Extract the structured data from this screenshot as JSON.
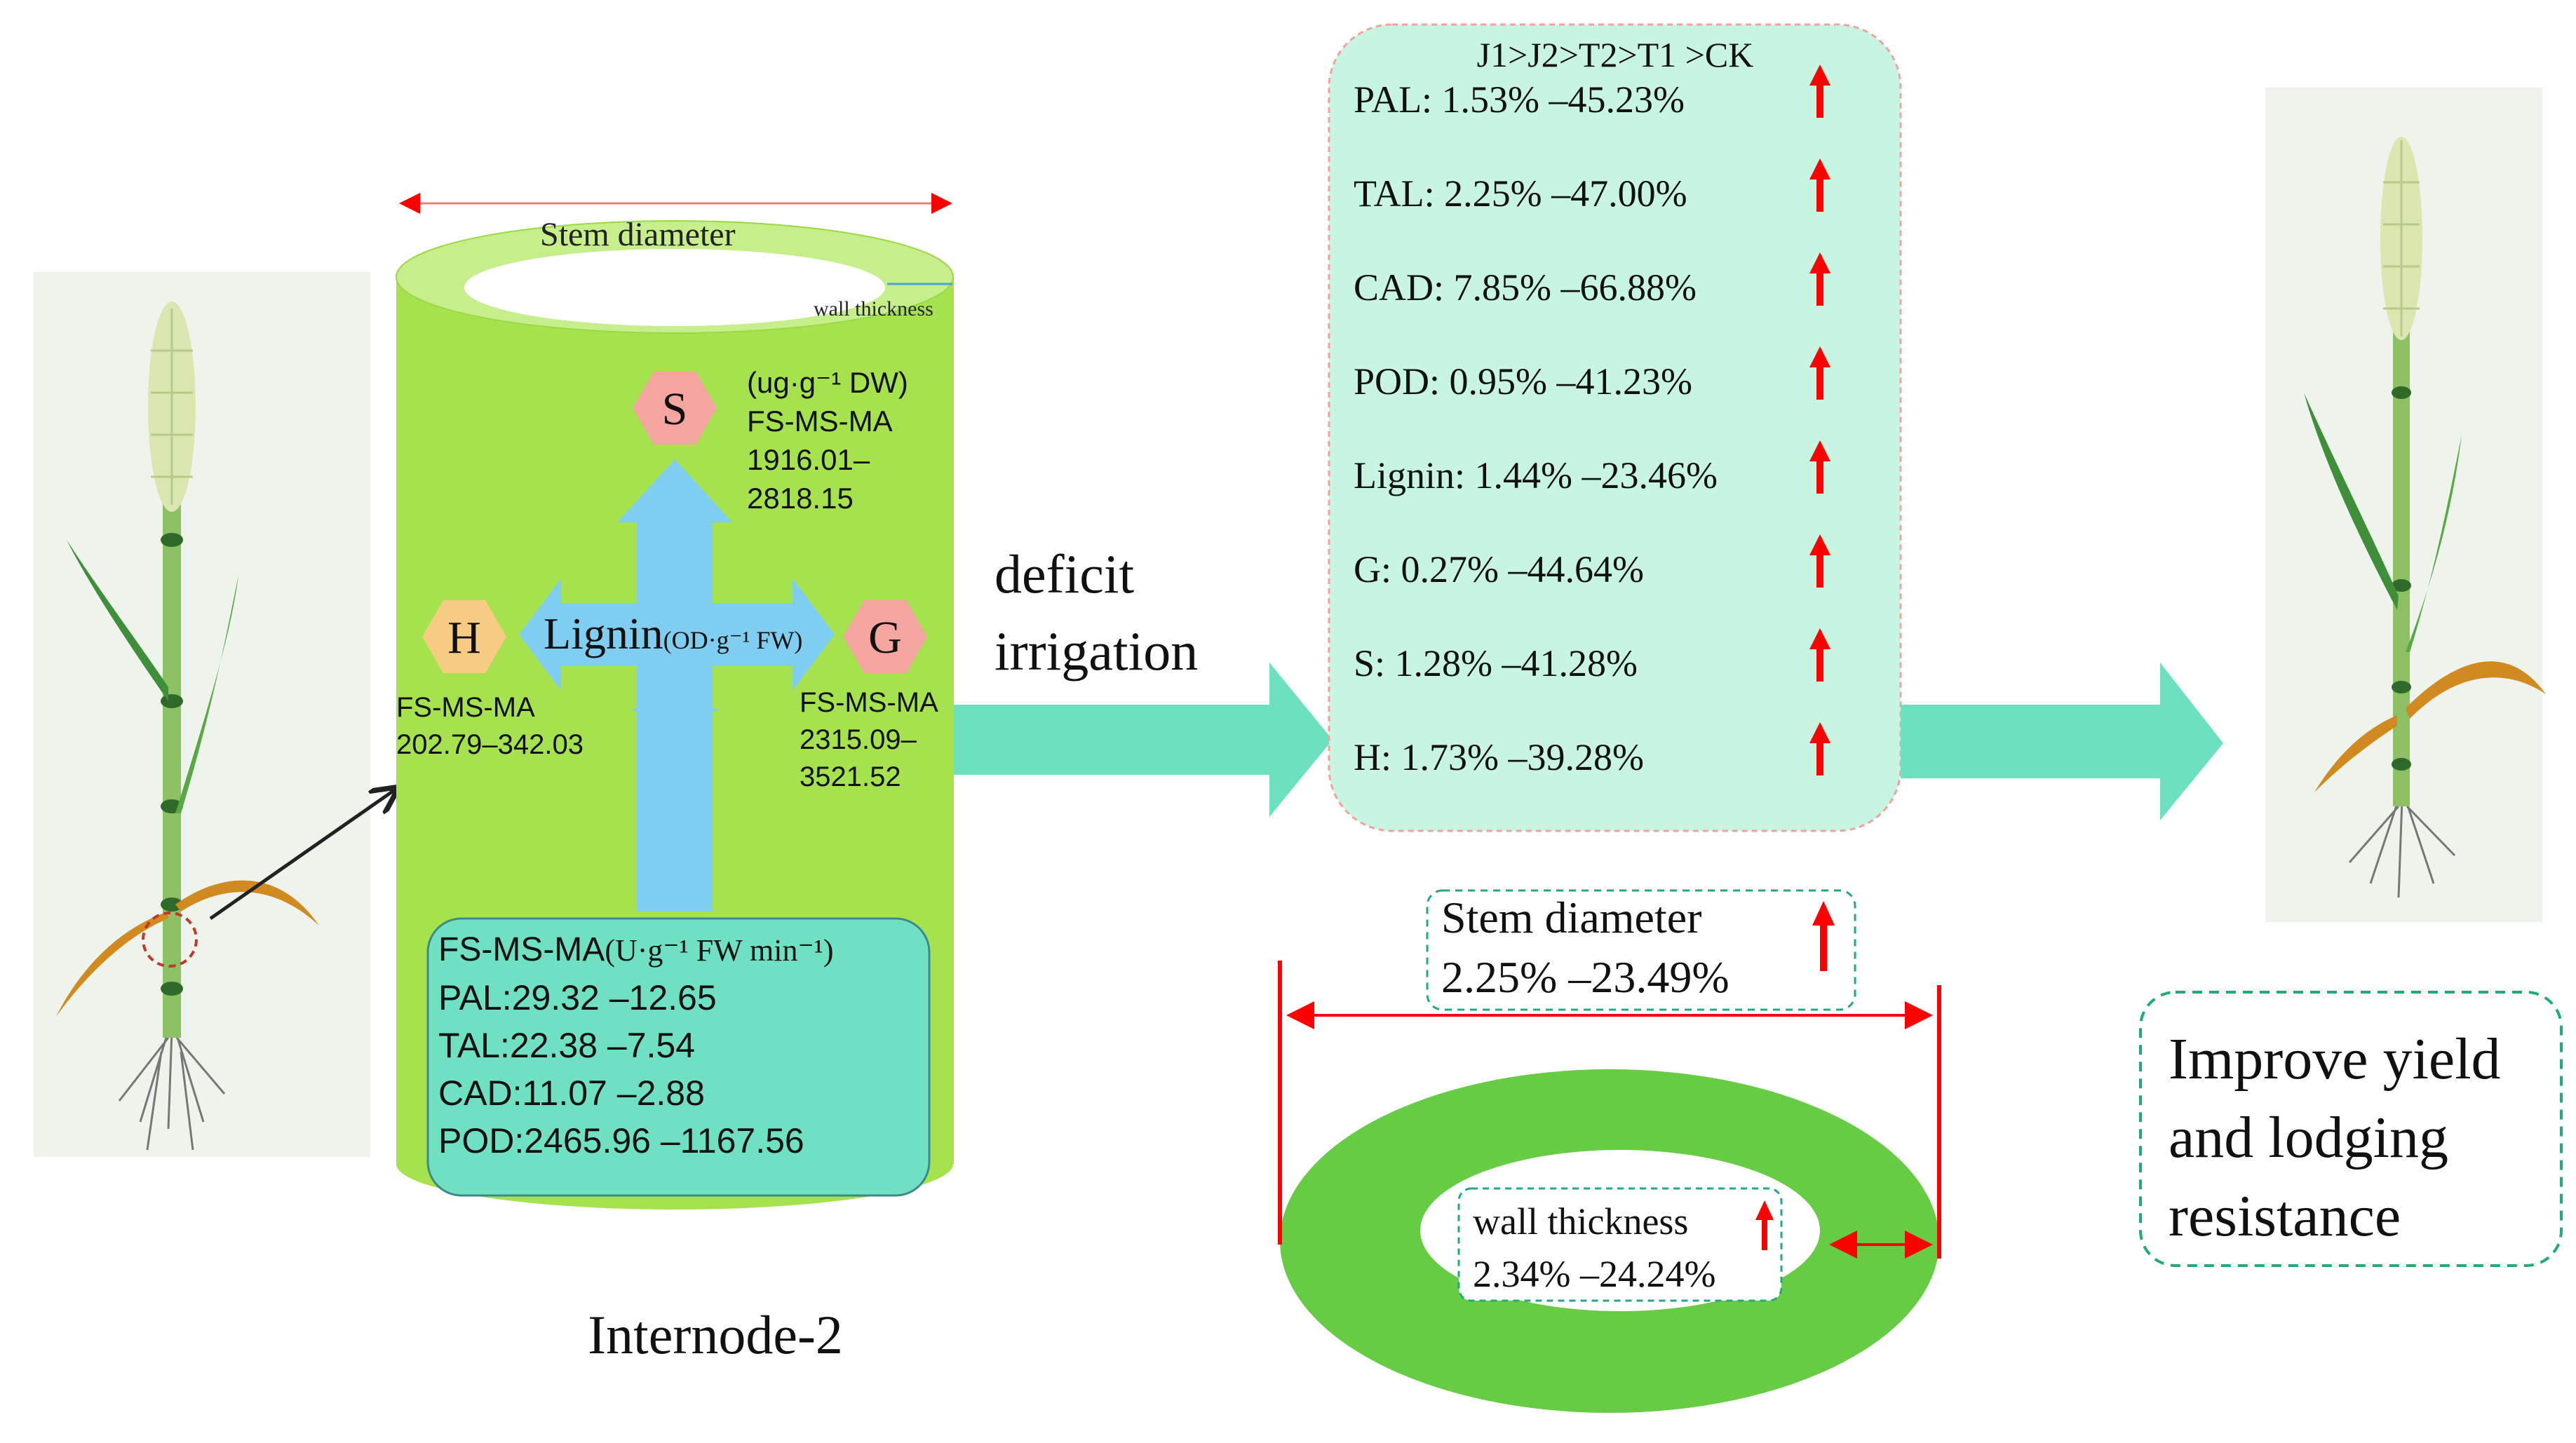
{
  "cylinder": {
    "stem_diameter_label": "Stem diameter",
    "wall_thickness_label": "wall thickness",
    "s_unit": "(ug·g⁻¹ DW)",
    "s_group": "FS-MS-MA",
    "s_range_1": "1916.01–",
    "s_range_2": "2818.15",
    "s_monomer": "S",
    "h_monomer": "H",
    "g_monomer": "G",
    "lignin_label": "Lignin",
    "lignin_unit": "(OD·g⁻¹ FW)",
    "h_group": "FS-MS-MA",
    "h_range": "202.79–342.03",
    "g_group": "FS-MS-MA",
    "g_range_1": "2315.09–",
    "g_range_2": "3521.52",
    "enzyme_box": {
      "title": "FS-MS-MA",
      "unit": "(U·g⁻¹ FW min⁻¹)",
      "lines": [
        "PAL:29.32 –12.65",
        "TAL:22.38 –7.54",
        "CAD:11.07 –2.88",
        "POD:2465.96 –1167.56"
      ]
    },
    "caption": "Internode-2"
  },
  "treatment": {
    "line1": "deficit",
    "line2": "irrigation"
  },
  "results": {
    "ranking": "J1>J2>T2>T1 >CK",
    "items": [
      "PAL: 1.53% –45.23%",
      "TAL: 2.25% –47.00%",
      "CAD: 7.85% –66.88%",
      "POD: 0.95% –41.23%",
      "Lignin: 1.44% –23.46%",
      "G:  0.27% –44.64%",
      "S: 1.28% –41.28%",
      "H: 1.73% –39.28%"
    ]
  },
  "ring": {
    "stem_diameter_title": "Stem diameter",
    "stem_diameter_value": "2.25% –23.49%",
    "wall_title": "wall thickness",
    "wall_value": "2.34% –24.24%"
  },
  "outcome": {
    "line1": "Improve yield",
    "line2": "and lodging",
    "line3": "resistance"
  },
  "colors": {
    "cylinder_body": "#a6e24e",
    "cylinder_rim": "#c6ee8a",
    "blue_arrow": "#7fcdf0",
    "teal_arrow": "#6de0c0",
    "results_box": "#c8f5e2",
    "enzyme_box": "#6fe0c2",
    "ring": "#66cc44",
    "increase_arrow": "#ff0000",
    "dashed_border": "#22aa77"
  }
}
